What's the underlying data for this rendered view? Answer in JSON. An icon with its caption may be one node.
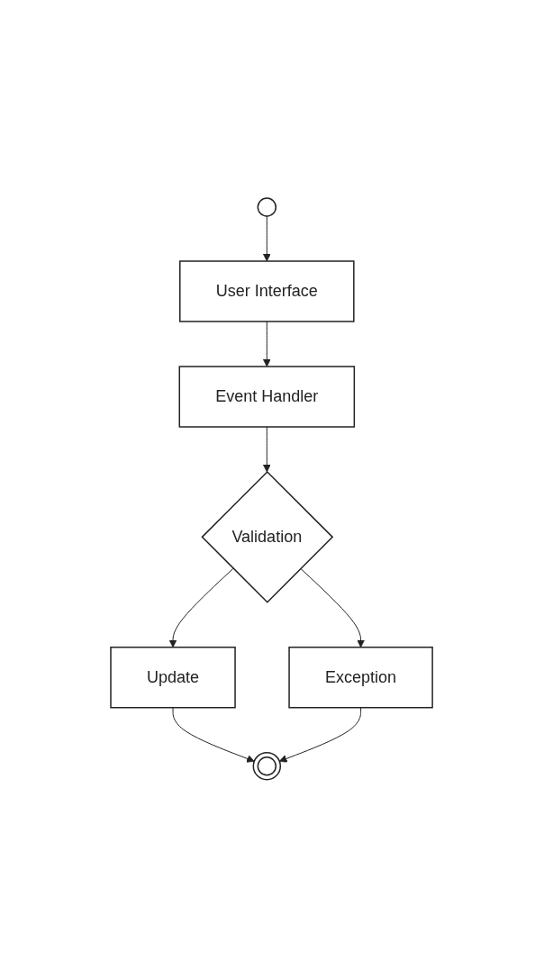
{
  "diagram": {
    "nodes": [
      {
        "text": [],
        "shape": "circle"
      },
      {
        "text": [
          "User Interface"
        ]
      },
      {
        "text": [
          "Event Handler"
        ]
      },
      {
        "text": [
          "Validation"
        ]
      },
      {
        "text": [
          "Update"
        ]
      },
      {
        "text": [
          "Exception"
        ]
      },
      {
        "text": [],
        "shape": "circle"
      }
    ],
    "edges": [
      {
        "from": 0,
        "to": 1,
        "arrow": "to"
      },
      {
        "from": 1,
        "to": 2,
        "arrow": "to"
      },
      {
        "from": 2,
        "to": 3,
        "arrow": "to"
      },
      {
        "from": 3,
        "to": 4,
        "arrow": "to"
      },
      {
        "from": 3,
        "to": 5,
        "arrow": "to"
      },
      {
        "from": 4,
        "to": 6,
        "arrow": "to"
      },
      {
        "from": 5,
        "to": 6,
        "arrow": "to"
      }
    ]
  }
}
